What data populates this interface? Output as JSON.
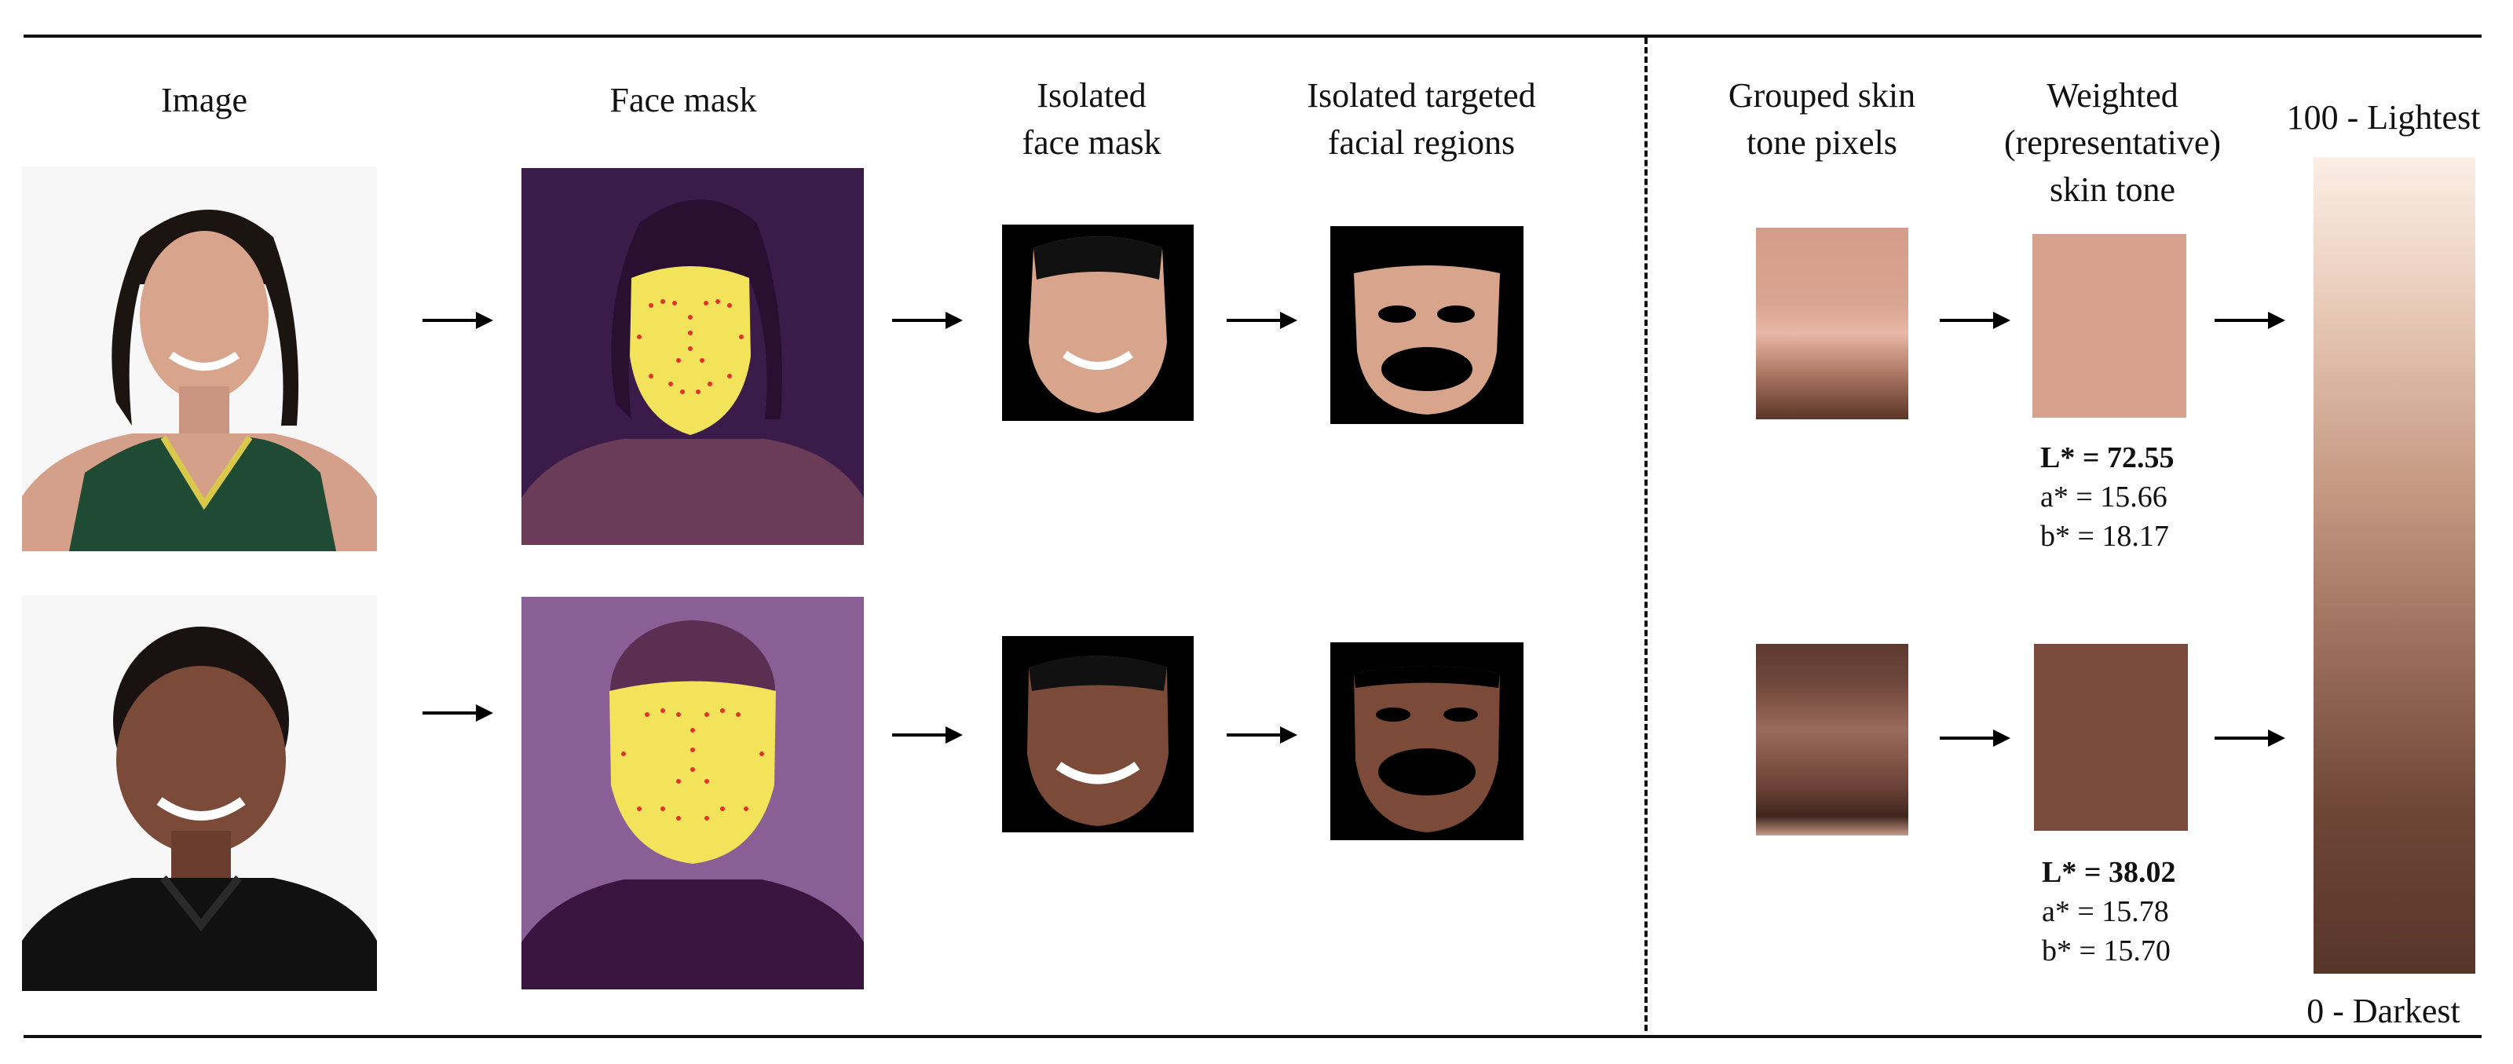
{
  "headers": {
    "image": "Image",
    "face_mask": "Face mask",
    "isolated_face_mask": "Isolated\nface mask",
    "isolated_regions": "Isolated targeted\nfacial regions",
    "grouped": "Grouped skin\ntone pixels",
    "weighted": "Weighted\n(representative)\nskin tone"
  },
  "rows": [
    {
      "L": "L* = 72.55",
      "a": "a* = 15.66",
      "b": "b* = 18.17",
      "swatch_color": "#d7a18e"
    },
    {
      "L": "L* = 38.02",
      "a": "a* = 15.78",
      "b": "b* = 15.70",
      "swatch_color": "#7b4b3f"
    }
  ],
  "scale": {
    "top_label": "100 - Lightest",
    "bottom_label": "0 - Darkest"
  },
  "colors": {
    "mask_overlay_dark": "#3b1b4a",
    "mask_overlay_light": "#8a5f95",
    "face_yellow": "#f2e35a",
    "landmark_red": "#e53030"
  }
}
